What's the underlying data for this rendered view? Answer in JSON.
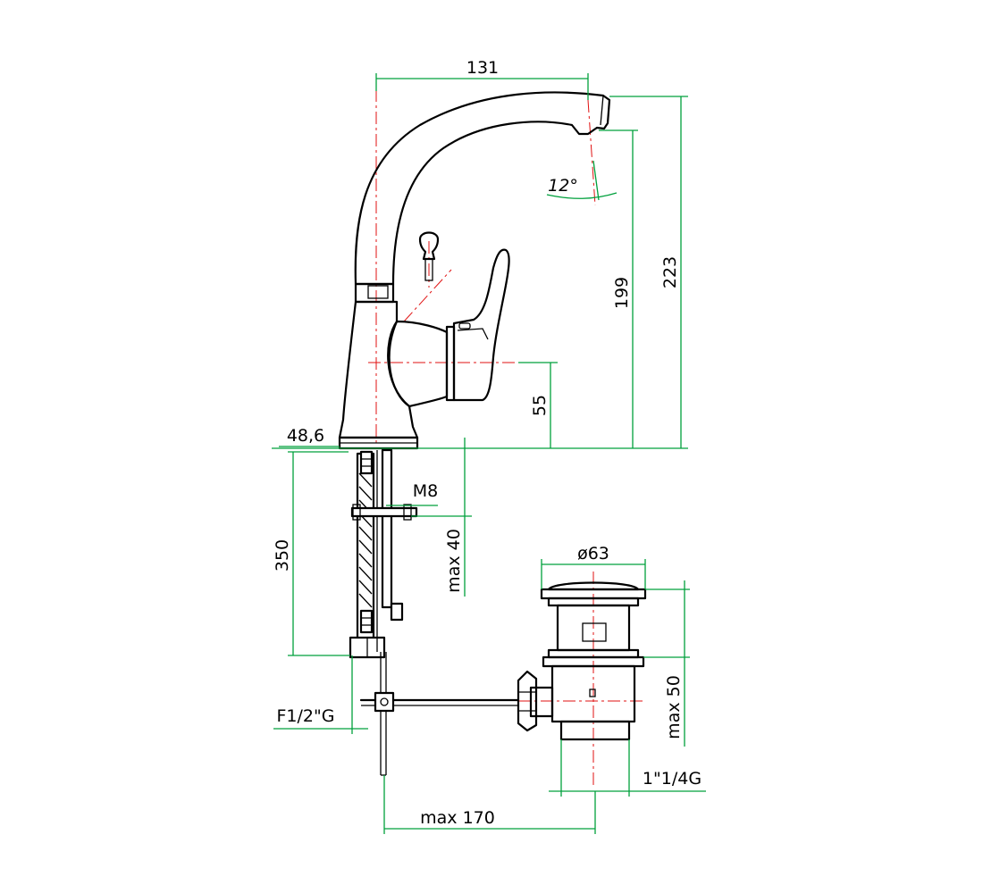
{
  "dimensions": {
    "spout_reach": "131",
    "total_height": "223",
    "spout_height": "199",
    "lever_axis_height": "55",
    "spout_angle": "12°",
    "base_offset": "48,6",
    "stud_thread": "M8",
    "deck_thickness": "max 40",
    "hose_length": "350",
    "hose_thread": "F1/2\"G",
    "waste_diameter": "ø63",
    "waste_depth": "max 50",
    "waste_thread": "1\"1/4G",
    "rod_length": "max 170"
  },
  "colors": {
    "object_lines": "#000000",
    "dimension_lines": "#00a03c",
    "center_lines": "#e01010"
  }
}
